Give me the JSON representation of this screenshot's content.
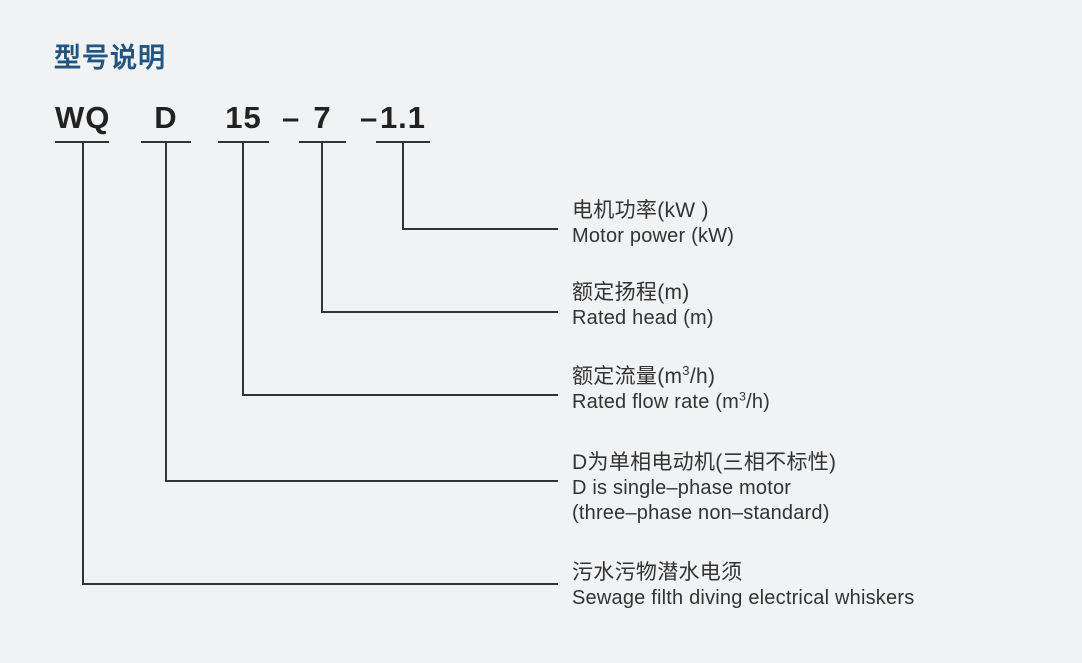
{
  "title": "型号说明",
  "accent_color": "#22557f",
  "background_color": "#f1f2f3",
  "line_color": "#333333",
  "model_code": {
    "segments": [
      {
        "text": "WQ"
      },
      {
        "text": "D"
      },
      {
        "text": "15"
      },
      {
        "text": "7"
      },
      {
        "text": "1.1"
      }
    ],
    "separators": [
      "–",
      "–"
    ],
    "full": "WQ D 15 – 7 – 1.1"
  },
  "callouts": [
    {
      "key": "motor-power",
      "cn": "电机功率(kW )",
      "en_before": "Motor power (kW)",
      "en_sup": "",
      "en_after": ""
    },
    {
      "key": "rated-head",
      "cn": "额定扬程(m)",
      "en_before": "Rated head (m)",
      "en_sup": "",
      "en_after": ""
    },
    {
      "key": "rated-flow-rate",
      "cn_before": "额定流量(m",
      "cn_sup": "3",
      "cn_after": "/h)",
      "en_before": "Rated flow rate (m",
      "en_sup": "3",
      "en_after": "/h)"
    },
    {
      "key": "single-phase-motor",
      "cn": "D为单相电动机(三相不标性)",
      "en_line1": "D is single–phase motor",
      "en_line2": "(three–phase non–standard)"
    },
    {
      "key": "sewage-pump",
      "cn": "污水污物潜水电须",
      "en_before": "Sewage filth diving electrical whiskers",
      "en_sup": "",
      "en_after": ""
    }
  ]
}
